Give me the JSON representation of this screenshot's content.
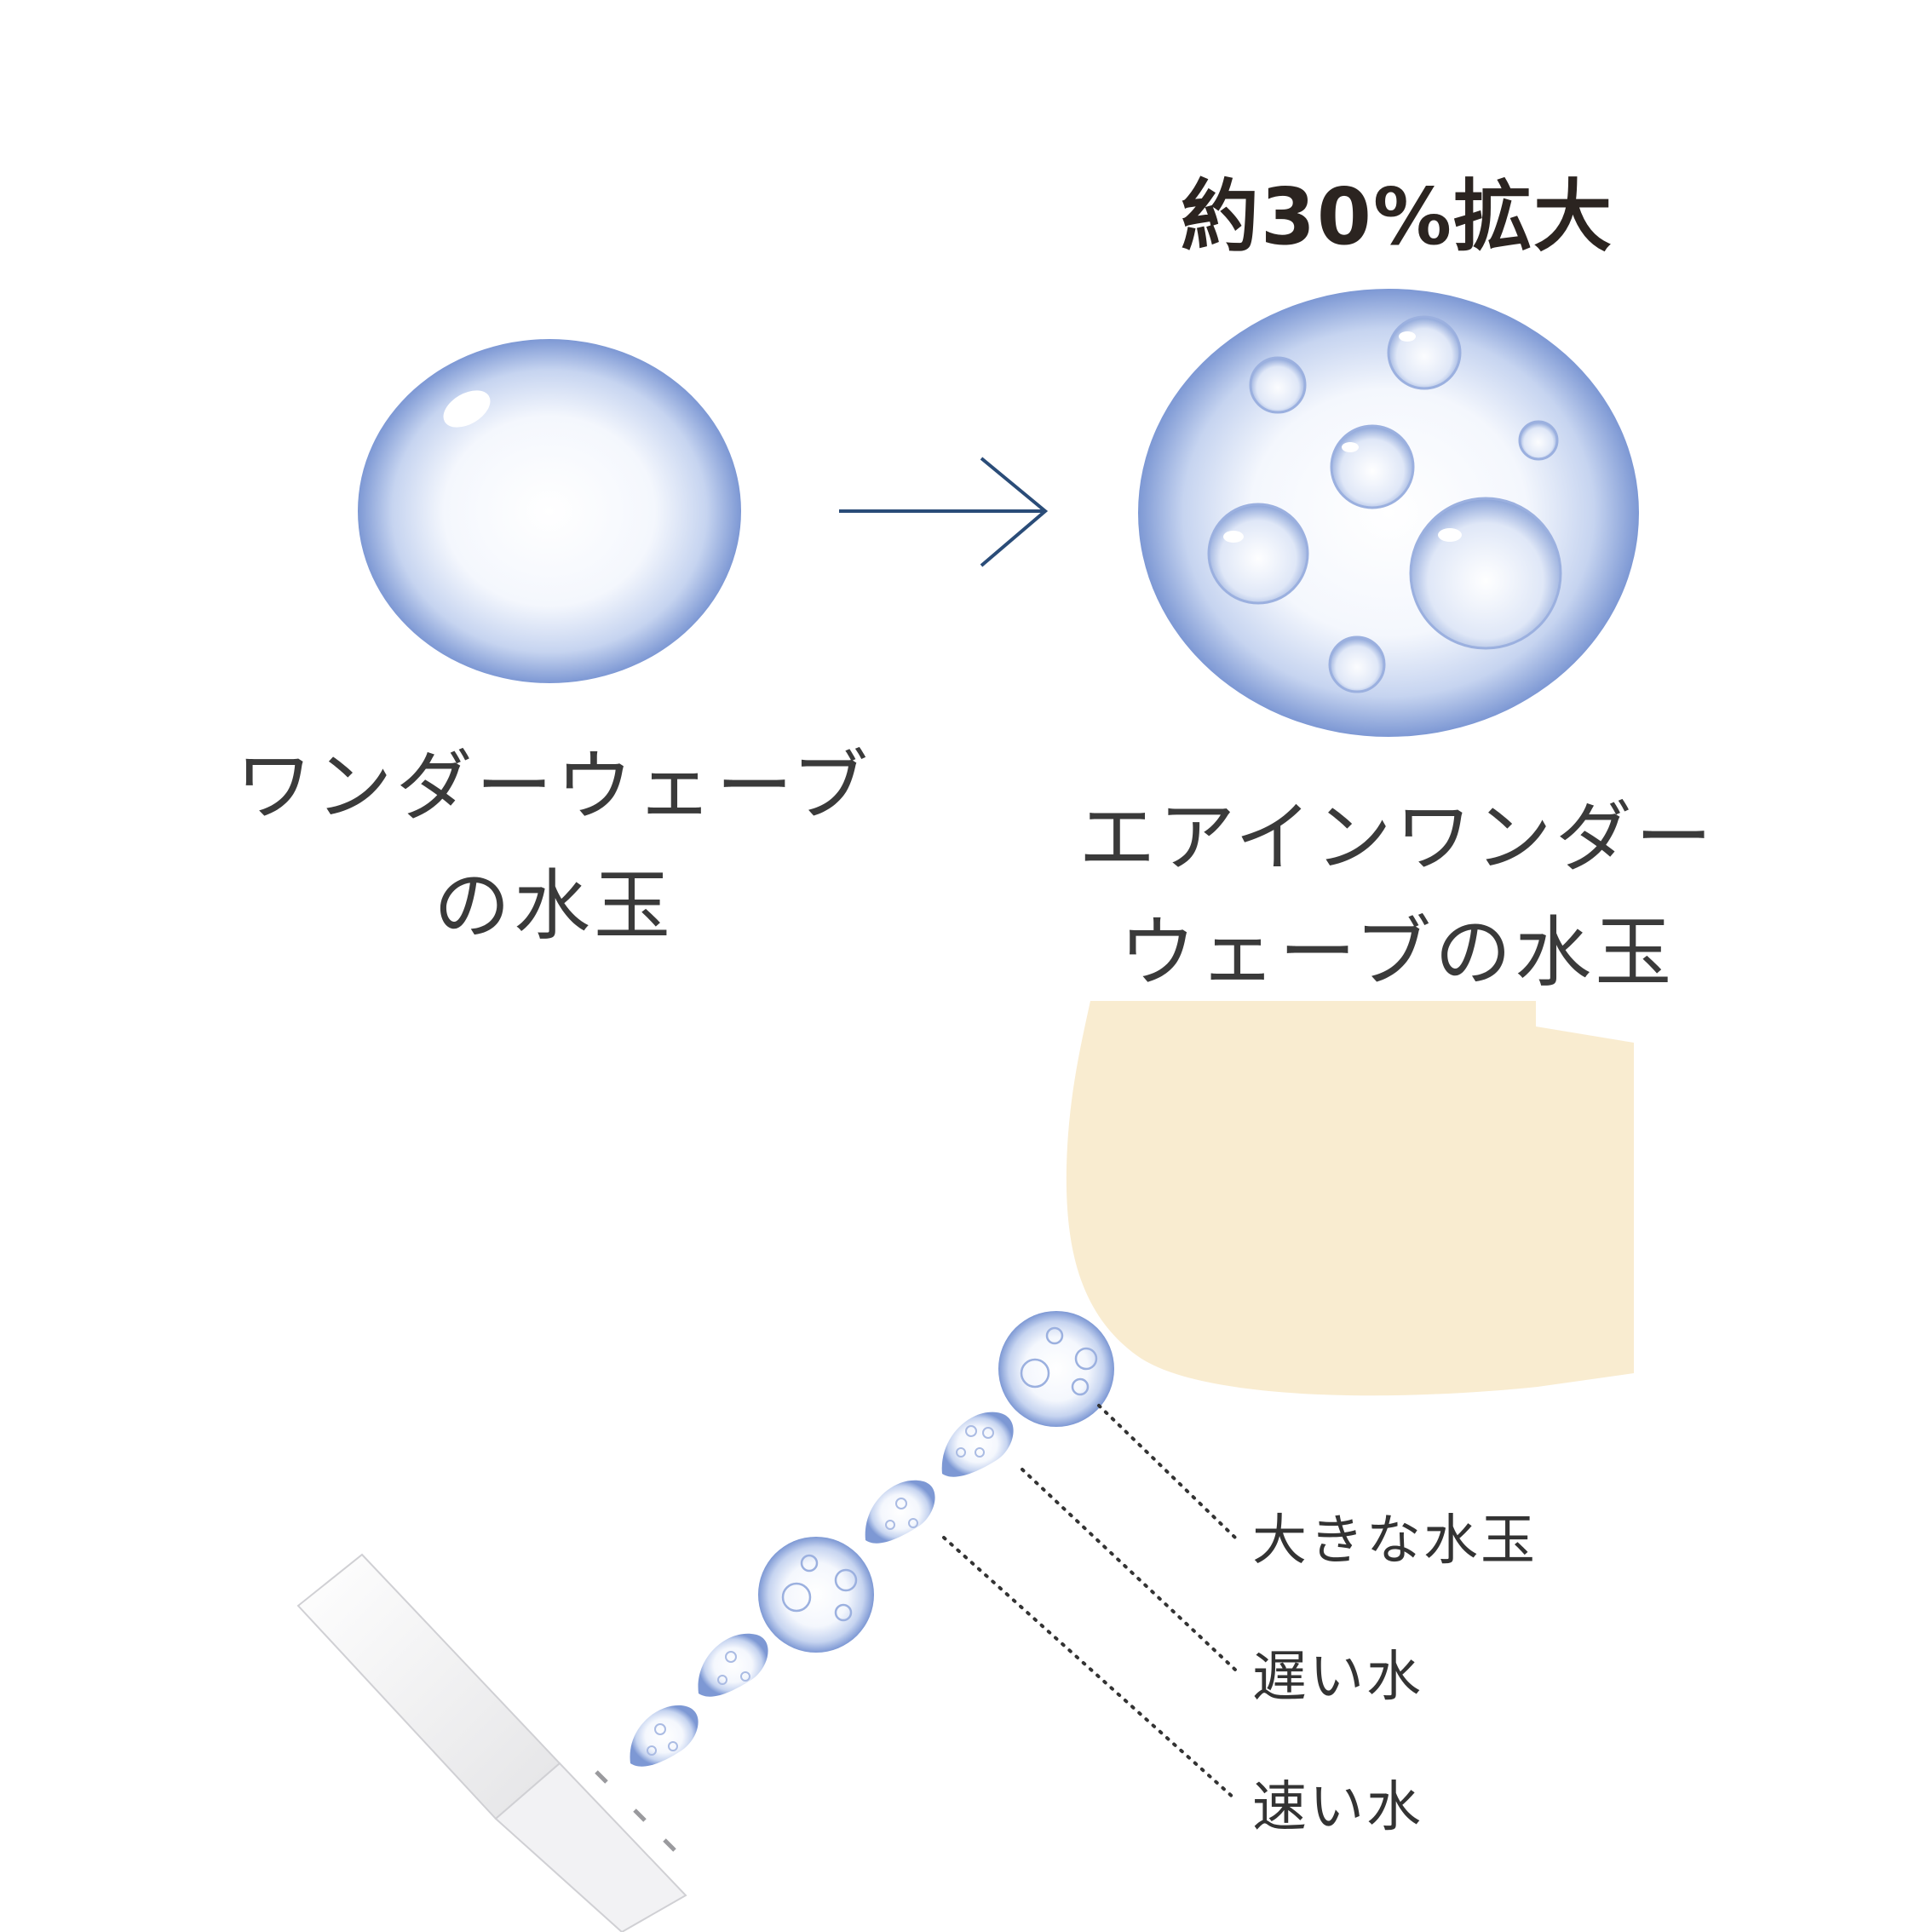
{
  "headline": "約30%拡大",
  "left_caption": {
    "line1": "ワンダーウェーブ",
    "line2": "の水玉"
  },
  "right_caption": {
    "line1": "エアインワンダー",
    "line2": "ウェーブの水玉"
  },
  "labels": {
    "big": "大きな水玉",
    "slow": "遅い水",
    "fast": "速い水"
  },
  "colors": {
    "bubble_edge": "#6f8fcf",
    "arrow": "#2a4c78",
    "skin": "#f9ecd0",
    "nozzle": "#ffffff"
  }
}
